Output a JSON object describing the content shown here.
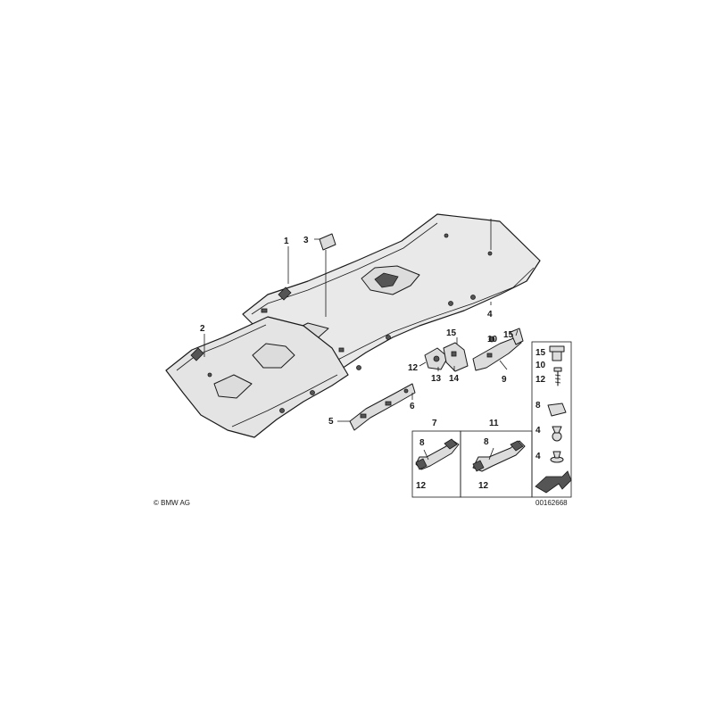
{
  "callouts": {
    "c1": "1",
    "c2": "2",
    "c3": "3",
    "c4_top": "4",
    "c5": "5",
    "c6": "6",
    "c7": "7",
    "c8_left": "8",
    "c12_left": "12",
    "c11": "11",
    "c8_right": "8",
    "c12_right": "12",
    "c9": "9",
    "c10": "10",
    "c15_a": "15",
    "c15_b": "15",
    "c12_mid": "12",
    "c13": "13",
    "c14": "14"
  },
  "legend": {
    "l15": "15",
    "l10": "10",
    "l12": "12",
    "l8": "8",
    "l4a": "4",
    "l4b": "4"
  },
  "copyright": "© BMW AG",
  "drawing_number": "00162668"
}
